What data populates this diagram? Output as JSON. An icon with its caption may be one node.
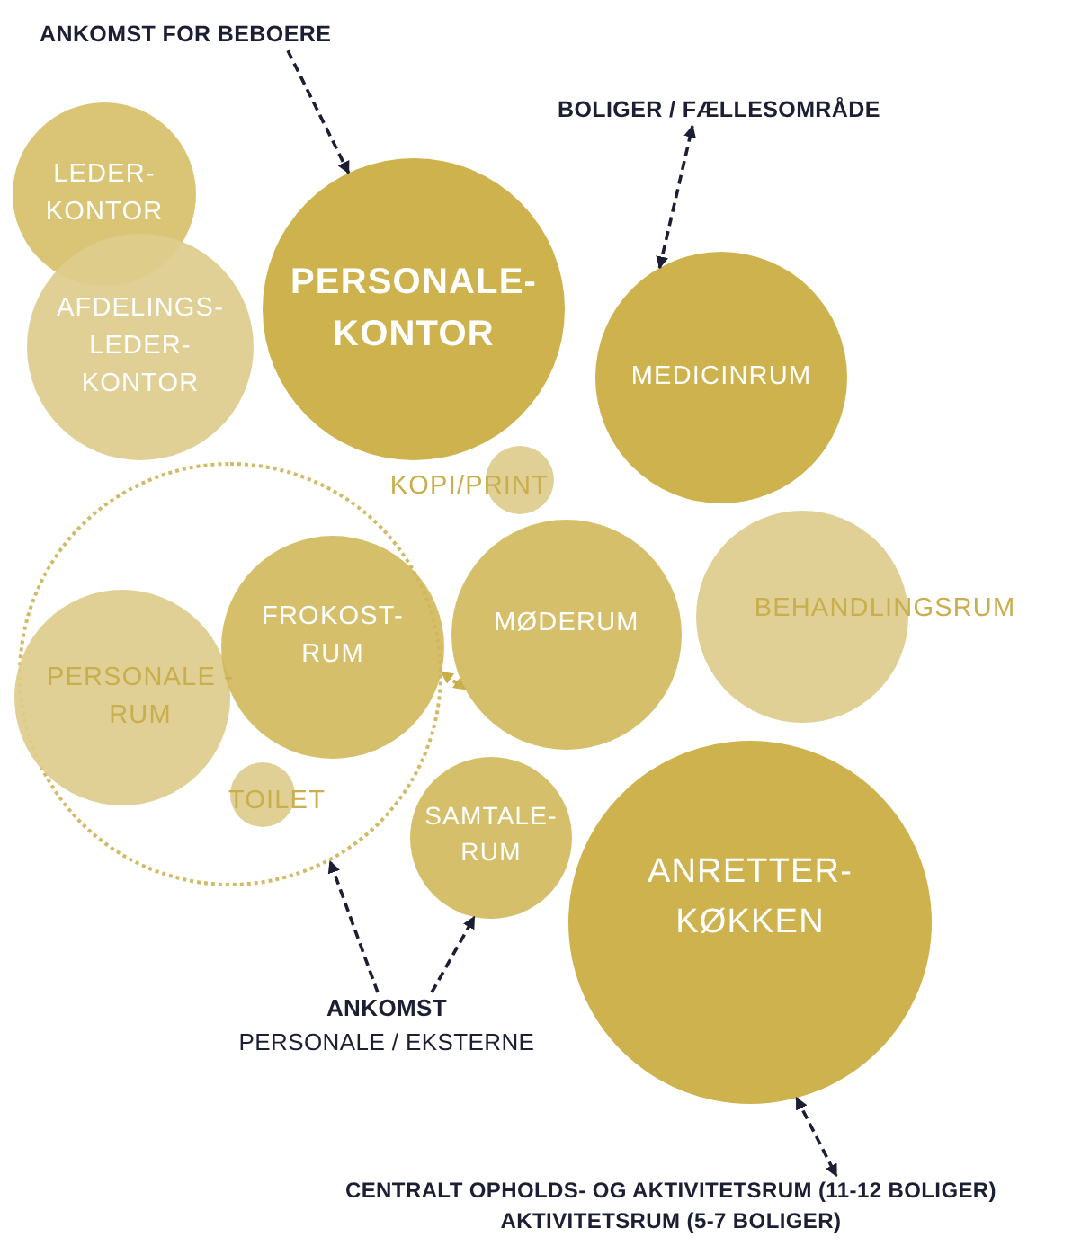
{
  "diagram": {
    "nodes": [
      {
        "text": [
          "ANKOMST FOR BEBOERE"
        ]
      },
      {
        "text": [
          "BOLIGER / FÆLLESOMRÅDE"
        ]
      },
      {
        "text": [
          "LEDER- KONTOR"
        ]
      },
      {
        "text": [
          "AFDELINGS- LEDER- KONTOR"
        ]
      },
      {
        "text": [
          "PERSONALE- KONTOR"
        ]
      },
      {
        "text": [
          "MEDICINRUM"
        ]
      },
      {
        "text": [
          "KOPI/PRINT"
        ]
      },
      {
        "text": [],
        "shape": "circle"
      },
      {
        "text": [
          "PERSONALE -RUM"
        ],
        "in": 7
      },
      {
        "text": [
          "FROKOST- RUM"
        ],
        "in": 7
      },
      {
        "text": [
          "TOILET"
        ],
        "in": 7
      },
      {
        "text": [
          "MØDERUM"
        ]
      },
      {
        "text": [
          "BEHANDLINGSRUM"
        ]
      },
      {
        "text": [
          "SAMTALE- RUM"
        ]
      },
      {
        "text": [
          "ANRETTER- KØKKEN"
        ]
      },
      {
        "text": [
          "ANKOMST",
          "PERSONALE / EKSTERNE"
        ]
      },
      {
        "text": [
          "CENTRALT OPHOLDS- OG AKTIVITETSRUM (11-12 BOLIGER)",
          "AKTIVITETSRUM (5-7 BOLIGER)"
        ]
      }
    ],
    "edges": [
      {
        "from": 0,
        "to": 4,
        "arrow": "to",
        "style": "dashed"
      },
      {
        "from": 5,
        "to": 1,
        "arrow": "both",
        "style": "dashed"
      },
      {
        "from": 9,
        "to": 11,
        "arrow": "both",
        "style": "dashed",
        "color": "#c9ae4c"
      },
      {
        "from": 15,
        "to": 7,
        "arrow": "to",
        "style": "dashed"
      },
      {
        "from": 15,
        "to": 13,
        "arrow": "to",
        "style": "dashed"
      },
      {
        "from": 14,
        "to": 16,
        "arrow": "both",
        "style": "dashed"
      }
    ]
  }
}
